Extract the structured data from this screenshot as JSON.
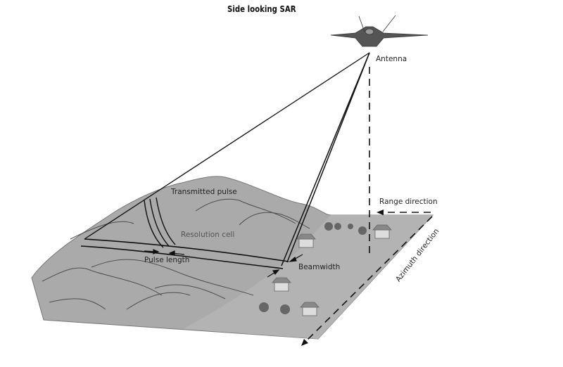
{
  "title": "Side looking SAR",
  "labels": {
    "antenna": "Antenna",
    "transmitted_pulse": "Transmitted pulse",
    "resolution_cell": "Resolution cell",
    "pulse_length": "Pulse length",
    "beamwidth": "Beamwidth",
    "range_direction": "Range direction",
    "azimuth_direction": "Azimuth direction"
  },
  "colors": {
    "ground": "#a9a9a9",
    "terrain_lines": "#4a4a4a",
    "beam": "#111111"
  }
}
